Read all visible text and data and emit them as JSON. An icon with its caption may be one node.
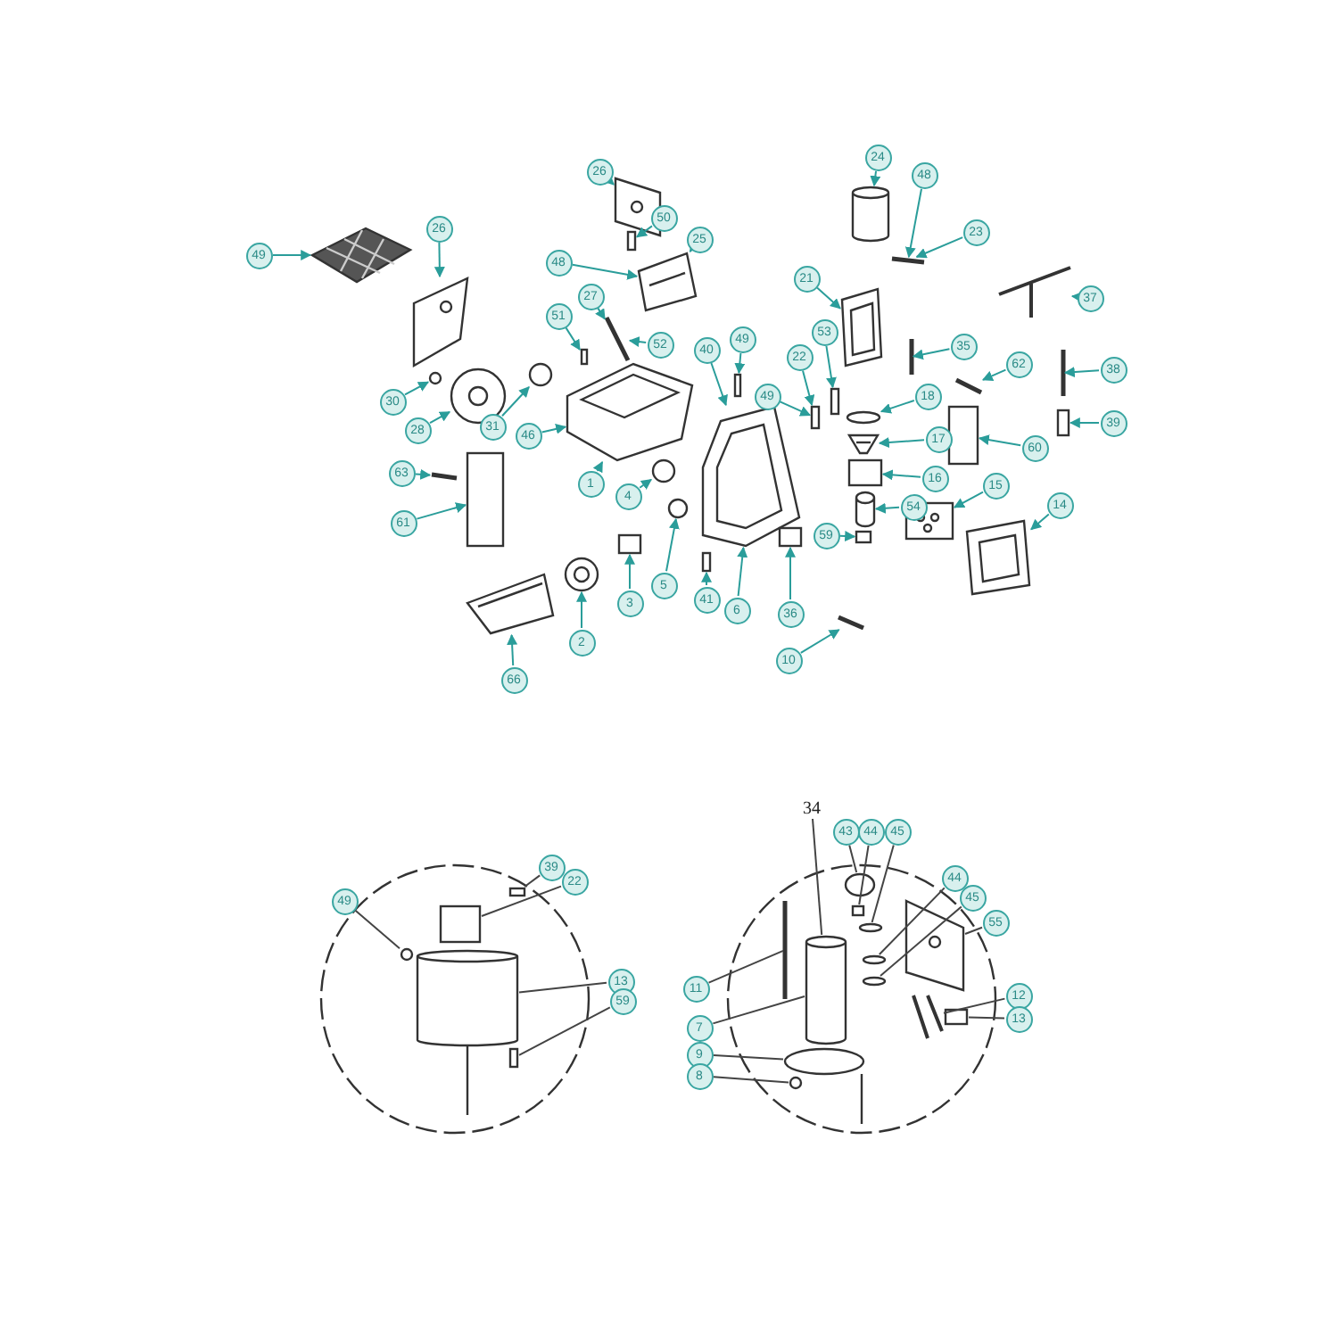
{
  "diagram": {
    "nodes": [
      {
        "text": [
          "49"
        ]
      },
      {
        "text": [
          "26"
        ]
      },
      {
        "text": [
          "26"
        ]
      },
      {
        "text": [
          "48"
        ]
      },
      {
        "text": [
          "50"
        ]
      },
      {
        "text": [
          "25"
        ]
      },
      {
        "text": [
          "27"
        ]
      },
      {
        "text": [
          "51"
        ]
      },
      {
        "text": [
          "52"
        ]
      },
      {
        "text": [
          "30"
        ]
      },
      {
        "text": [
          "28"
        ]
      },
      {
        "text": [
          "31"
        ]
      },
      {
        "text": [
          "46"
        ]
      },
      {
        "text": [
          "40"
        ]
      },
      {
        "text": [
          "49"
        ]
      },
      {
        "text": [
          "49"
        ]
      },
      {
        "text": [
          "22"
        ]
      },
      {
        "text": [
          "53"
        ]
      },
      {
        "text": [
          "24"
        ]
      },
      {
        "text": [
          "48"
        ]
      },
      {
        "text": [
          "23"
        ]
      },
      {
        "text": [
          "21"
        ]
      },
      {
        "text": [
          "37"
        ]
      },
      {
        "text": [
          "35"
        ]
      },
      {
        "text": [
          "62"
        ]
      },
      {
        "text": [
          "38"
        ]
      },
      {
        "text": [
          "18"
        ]
      },
      {
        "text": [
          "39"
        ]
      },
      {
        "text": [
          "17"
        ]
      },
      {
        "text": [
          "60"
        ]
      },
      {
        "text": [
          "16"
        ]
      },
      {
        "text": [
          "63"
        ]
      },
      {
        "text": [
          "1"
        ]
      },
      {
        "text": [
          "4"
        ]
      },
      {
        "text": [
          "54"
        ]
      },
      {
        "text": [
          "15"
        ]
      },
      {
        "text": [
          "14"
        ]
      },
      {
        "text": [
          "61"
        ]
      },
      {
        "text": [
          "59"
        ]
      },
      {
        "text": [
          "5"
        ]
      },
      {
        "text": [
          "41"
        ]
      },
      {
        "text": [
          "6"
        ]
      },
      {
        "text": [
          "3"
        ]
      },
      {
        "text": [
          "36"
        ]
      },
      {
        "text": [
          "2"
        ]
      },
      {
        "text": [
          "10"
        ]
      },
      {
        "text": [
          "66"
        ]
      },
      {
        "text": [
          "49"
        ]
      },
      {
        "text": [
          "39"
        ]
      },
      {
        "text": [
          "22"
        ]
      },
      {
        "text": [
          "13"
        ]
      },
      {
        "text": [
          "59"
        ]
      },
      {
        "text": [
          "34"
        ]
      },
      {
        "text": [
          "43"
        ]
      },
      {
        "text": [
          "44"
        ]
      },
      {
        "text": [
          "45"
        ]
      },
      {
        "text": [
          "44"
        ]
      },
      {
        "text": [
          "45"
        ]
      },
      {
        "text": [
          "55"
        ]
      },
      {
        "text": [
          "11"
        ]
      },
      {
        "text": [
          "7"
        ]
      },
      {
        "text": [
          "9"
        ]
      },
      {
        "text": [
          "8"
        ]
      },
      {
        "text": [
          "12"
        ]
      },
      {
        "text": [
          "13"
        ]
      },
      {
        "text": [],
        "shape": "picture"
      },
      {
        "text": [],
        "shape": "picture"
      },
      {
        "text": [],
        "shape": "picture"
      },
      {
        "text": [],
        "shape": "circle"
      },
      {
        "text": [],
        "shape": "picture"
      },
      {
        "text": [],
        "shape": "circle"
      },
      {
        "text": [],
        "shape": "picture"
      },
      {
        "text": [],
        "shape": "box"
      },
      {
        "text": [],
        "shape": "bar"
      },
      {
        "text": [],
        "shape": "box"
      },
      {
        "text": [],
        "shape": "picture"
      },
      {
        "text": [],
        "shape": "picture"
      },
      {
        "text": [],
        "shape": "circle"
      },
      {
        "text": [],
        "shape": "circle"
      },
      {
        "text": [],
        "shape": "box"
      },
      {
        "text": [],
        "shape": "box"
      },
      {
        "text": [],
        "shape": "box"
      },
      {
        "text": [],
        "shape": "box"
      },
      {
        "text": [],
        "shape": "cylinder"
      },
      {
        "text": [],
        "shape": "bar"
      },
      {
        "text": [],
        "shape": "picture"
      },
      {
        "text": [],
        "shape": "picture"
      },
      {
        "text": [],
        "shape": "bar"
      },
      {
        "text": [],
        "shape": "bar"
      },
      {
        "text": [],
        "shape": "bar"
      },
      {
        "text": [],
        "shape": "box"
      },
      {
        "text": [],
        "shape": "box"
      },
      {
        "text": [],
        "shape": "circle"
      },
      {
        "text": [],
        "shape": "picture"
      },
      {
        "text": [],
        "shape": "box"
      },
      {
        "text": [],
        "shape": "cylinder"
      },
      {
        "text": [],
        "shape": "box"
      },
      {
        "text": [],
        "shape": "picture"
      },
      {
        "text": [],
        "shape": "picture"
      },
      {
        "text": [],
        "shape": "bar"
      },
      {
        "text": [],
        "shape": "box"
      },
      {
        "text": [],
        "shape": "box"
      },
      {
        "text": [],
        "shape": "box"
      },
      {
        "text": [],
        "shape": "picture"
      },
      {
        "text": [],
        "shape": "bar"
      },
      {
        "text": [],
        "shape": "picture"
      },
      {
        "text": [],
        "shape": "circle"
      },
      {
        "text": [],
        "shape": "box"
      },
      {
        "text": [],
        "shape": "box"
      },
      {
        "text": [],
        "shape": "cylinder"
      },
      {
        "text": [],
        "shape": "box"
      },
      {
        "text": [],
        "shape": "cylinder"
      },
      {
        "text": [],
        "shape": "circle"
      },
      {
        "text": [],
        "shape": "box"
      },
      {
        "text": [],
        "shape": "circle"
      },
      {
        "text": [],
        "shape": "circle"
      },
      {
        "text": [],
        "shape": "circle"
      },
      {
        "text": [],
        "shape": "picture"
      },
      {
        "text": [],
        "shape": "bar"
      },
      {
        "text": [],
        "shape": "circle"
      },
      {
        "text": [],
        "shape": "circle"
      },
      {
        "text": [],
        "shape": "picture"
      },
      {
        "text": [],
        "shape": "box"
      }
    ],
    "edges": [
      {
        "from": 0,
        "to": 65,
        "arrow": "to"
      },
      {
        "from": 1,
        "to": 66,
        "arrow": "to"
      },
      {
        "from": 2,
        "to": 67,
        "arrow": "to"
      },
      {
        "from": 3,
        "to": 71,
        "arrow": "to"
      },
      {
        "from": 4,
        "to": 72,
        "arrow": "to"
      },
      {
        "from": 5,
        "to": 71,
        "arrow": "to"
      },
      {
        "from": 6,
        "to": 73,
        "arrow": "to"
      },
      {
        "from": 7,
        "to": 74,
        "arrow": "to"
      },
      {
        "from": 8,
        "to": 73,
        "arrow": "to"
      },
      {
        "from": 9,
        "to": 68,
        "arrow": "to"
      },
      {
        "from": 10,
        "to": 69,
        "arrow": "to"
      },
      {
        "from": 11,
        "to": 70,
        "arrow": "to"
      },
      {
        "from": 12,
        "to": 75,
        "arrow": "to"
      },
      {
        "from": 13,
        "to": 76,
        "arrow": "to"
      },
      {
        "from": 14,
        "to": 80,
        "arrow": "to"
      },
      {
        "from": 15,
        "to": 81,
        "arrow": "to"
      },
      {
        "from": 16,
        "to": 81,
        "arrow": "to"
      },
      {
        "from": 17,
        "to": 82,
        "arrow": "to"
      },
      {
        "from": 18,
        "to": 83,
        "arrow": "to"
      },
      {
        "from": 19,
        "to": 84,
        "arrow": "to"
      },
      {
        "from": 20,
        "to": 84,
        "arrow": "to"
      },
      {
        "from": 21,
        "to": 85,
        "arrow": "to"
      },
      {
        "from": 22,
        "to": 86,
        "arrow": "to"
      },
      {
        "from": 23,
        "to": 87,
        "arrow": "to"
      },
      {
        "from": 24,
        "to": 88,
        "arrow": "to"
      },
      {
        "from": 25,
        "to": 89,
        "arrow": "to"
      },
      {
        "from": 26,
        "to": 92,
        "arrow": "to"
      },
      {
        "from": 27,
        "to": 90,
        "arrow": "to"
      },
      {
        "from": 28,
        "to": 93,
        "arrow": "to"
      },
      {
        "from": 29,
        "to": 91,
        "arrow": "to"
      },
      {
        "from": 30,
        "to": 94,
        "arrow": "to"
      },
      {
        "from": 31,
        "to": 99,
        "arrow": "to"
      },
      {
        "from": 32,
        "to": 75,
        "arrow": "to"
      },
      {
        "from": 33,
        "to": 77,
        "arrow": "to"
      },
      {
        "from": 34,
        "to": 95,
        "arrow": "to"
      },
      {
        "from": 35,
        "to": 97,
        "arrow": "to"
      },
      {
        "from": 36,
        "to": 98,
        "arrow": "to"
      },
      {
        "from": 37,
        "to": 100,
        "arrow": "to"
      },
      {
        "from": 38,
        "to": 96,
        "arrow": "to"
      },
      {
        "from": 39,
        "to": 78,
        "arrow": "to"
      },
      {
        "from": 40,
        "to": 79,
        "arrow": "to"
      },
      {
        "from": 41,
        "to": 76,
        "arrow": "to"
      },
      {
        "from": 42,
        "to": 101,
        "arrow": "to"
      },
      {
        "from": 43,
        "to": 102,
        "arrow": "to"
      },
      {
        "from": 44,
        "to": 103,
        "arrow": "to"
      },
      {
        "from": 45,
        "to": 104,
        "arrow": "to"
      },
      {
        "from": 46,
        "to": 105,
        "arrow": "to"
      },
      {
        "from": 47,
        "to": 106,
        "arrow": "none"
      },
      {
        "from": 48,
        "to": 107,
        "arrow": "none"
      },
      {
        "from": 49,
        "to": 108,
        "arrow": "none"
      },
      {
        "from": 50,
        "to": 109,
        "arrow": "none"
      },
      {
        "from": 51,
        "to": 110,
        "arrow": "none"
      },
      {
        "from": 52,
        "to": 111,
        "arrow": "none"
      },
      {
        "from": 53,
        "to": 112,
        "arrow": "none"
      },
      {
        "from": 54,
        "to": 113,
        "arrow": "none"
      },
      {
        "from": 55,
        "to": 114,
        "arrow": "none"
      },
      {
        "from": 56,
        "to": 115,
        "arrow": "none"
      },
      {
        "from": 57,
        "to": 116,
        "arrow": "none"
      },
      {
        "from": 58,
        "to": 117,
        "arrow": "none"
      },
      {
        "from": 59,
        "to": 118,
        "arrow": "none"
      },
      {
        "from": 60,
        "to": 111,
        "arrow": "none"
      },
      {
        "from": 61,
        "to": 119,
        "arrow": "none"
      },
      {
        "from": 62,
        "to": 120,
        "arrow": "none"
      },
      {
        "from": 63,
        "to": 121,
        "arrow": "none"
      },
      {
        "from": 64,
        "to": 122,
        "arrow": "none"
      }
    ]
  }
}
